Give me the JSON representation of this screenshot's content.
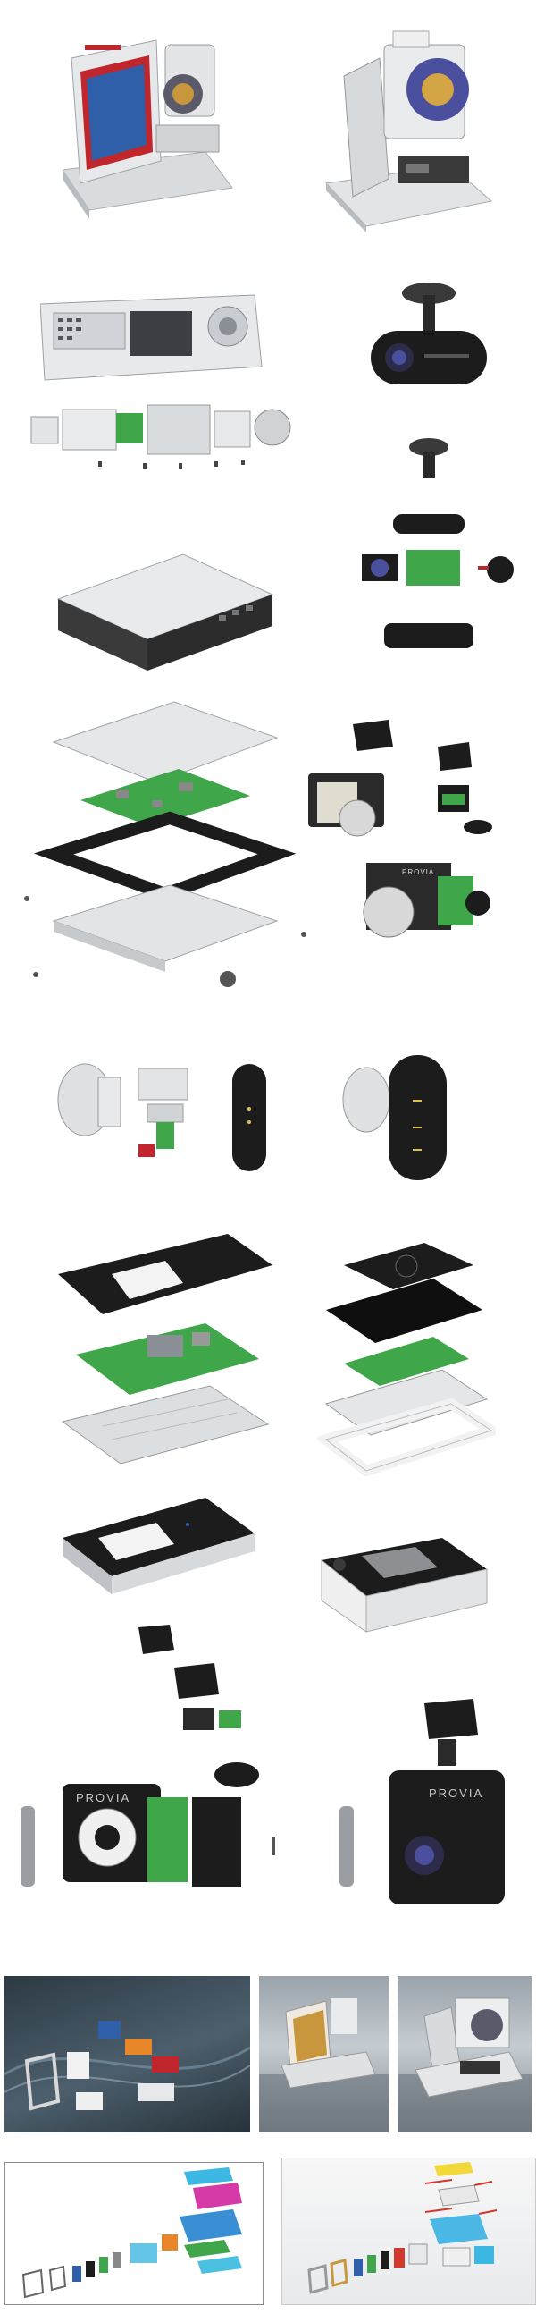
{
  "gallery": {
    "items": [
      {
        "name": "medical-device-front"
      },
      {
        "name": "medical-device-rear"
      },
      {
        "name": "lab-instrument-assembled"
      },
      {
        "name": "dashcam-round-assembled"
      },
      {
        "name": "lab-instrument-exploded"
      },
      {
        "name": "dashcam-round-exploded"
      },
      {
        "name": "mini-pc-assembled"
      },
      {
        "name": "mini-pc-exploded"
      },
      {
        "name": "dashcam-square-exploded"
      },
      {
        "name": "plug-device-exploded"
      },
      {
        "name": "plug-device-assembled"
      },
      {
        "name": "card-reader-exploded"
      },
      {
        "name": "wireless-charger-exploded"
      },
      {
        "name": "card-reader-assembled"
      },
      {
        "name": "wireless-charger-assembled"
      },
      {
        "name": "provia-dashcam-exploded"
      },
      {
        "name": "provia-dashcam-assembled"
      },
      {
        "name": "exploded-render-dark-scene"
      },
      {
        "name": "terminal-render-gray-scene-1"
      },
      {
        "name": "terminal-render-gray-scene-2"
      },
      {
        "name": "exploded-diagram-white-1"
      },
      {
        "name": "exploded-diagram-white-2"
      }
    ]
  },
  "brand": {
    "provia_label": "PROVIA",
    "provia_label_small": "PROVIA"
  },
  "colors": {
    "pcb_green": "#3fa64a",
    "device_black": "#1c1c1c",
    "device_white": "#eceef0",
    "screen_red": "#c0262c",
    "screen_blue": "#2f5fa8",
    "lens_purple": "#4a4f9e"
  }
}
